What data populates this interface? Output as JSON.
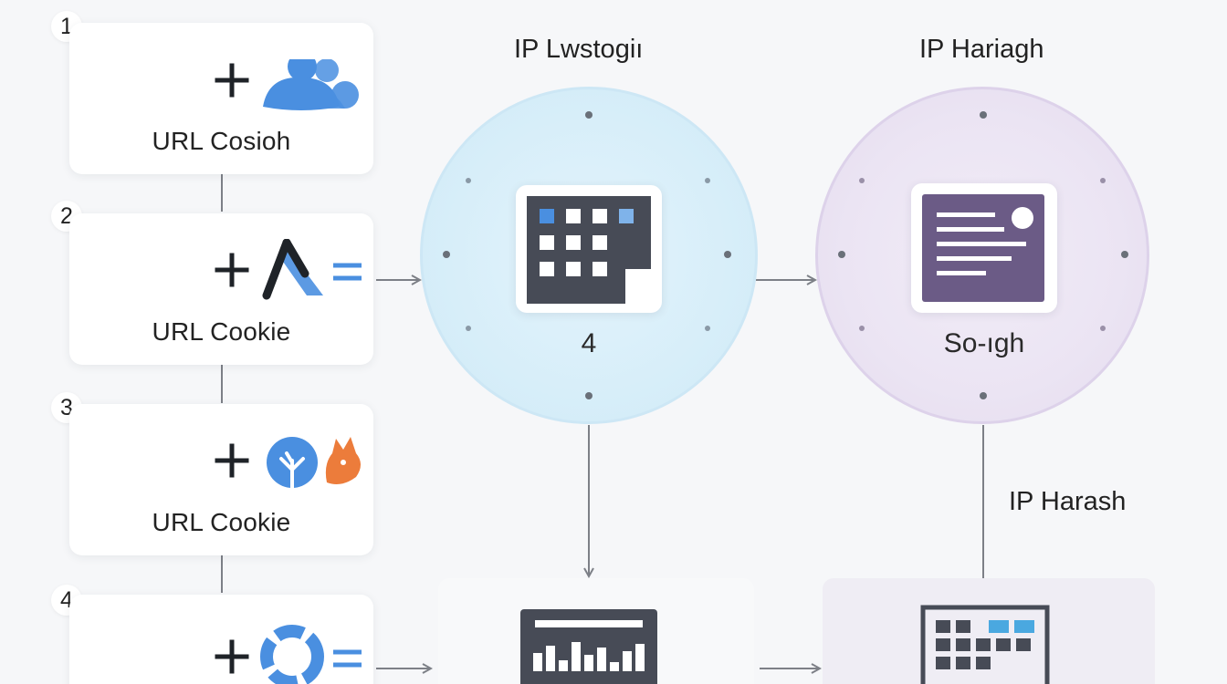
{
  "steps": [
    {
      "number": "1",
      "label": "URL Cosioh"
    },
    {
      "number": "2",
      "label": "URL Cookie"
    },
    {
      "number": "3",
      "label": "URL Cookie"
    },
    {
      "number": "4",
      "label": ""
    }
  ],
  "nodes": {
    "middle": {
      "title": "IP Lwstogiı",
      "value": "4"
    },
    "right": {
      "title": "IP Hariagh",
      "value": "So-ıgh"
    },
    "right_side_label": "IP Harash"
  },
  "colors": {
    "background": "#f6f7f9",
    "blue_circle": "#d7eef9",
    "purple_circle": "#ebe4f3",
    "icon_dark": "#474b56",
    "icon_blue": "#4a8fe0",
    "icon_purple": "#6b5b86",
    "icon_orange": "#ec7c3b",
    "connector": "#7d8087"
  },
  "icons": [
    "plus-icon",
    "users-icon",
    "ads-icon",
    "tree-icon",
    "fox-icon",
    "ring-icon",
    "equals-icon",
    "calendar-grid-icon",
    "document-panel-icon",
    "dashboard-icon"
  ]
}
